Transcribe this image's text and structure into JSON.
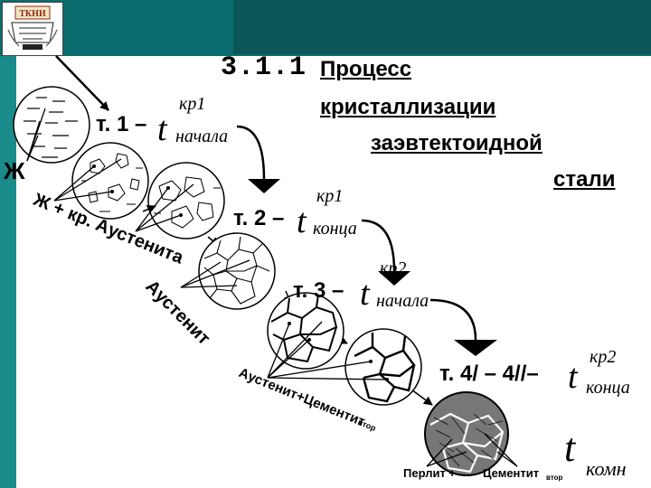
{
  "title": {
    "number": "3.1.1",
    "line1": "Процесс",
    "line2": "кристаллизации",
    "line3": "заэвтектоидной",
    "line4": "стали"
  },
  "logo": {
    "top_text": "ТКНИ"
  },
  "stages": [
    {
      "label": "т. 1 –",
      "t_main": "t",
      "t_sup": "кр1",
      "t_sub": "начала"
    },
    {
      "label": "т. 2 –",
      "t_main": "t",
      "t_sup": "кр1",
      "t_sub": "конца"
    },
    {
      "label": "т. 3 –",
      "t_main": "t",
      "t_sup": "кр2",
      "t_sub": "начала"
    },
    {
      "label": "т. 4/ – 4//–",
      "t_main": "t",
      "t_sup": "кр2",
      "t_sub": "конца"
    },
    {
      "label": "",
      "t_main": "t",
      "t_sup": "",
      "t_sub": "комн"
    }
  ],
  "phase_labels": {
    "liquid": "Ж",
    "liquid_plus_austenite": "Ж + кр. Аустенита",
    "austenite": "Аустенит",
    "austenite_cementite": "Аустенит+Цементит",
    "cementite_sub": "втор",
    "pearlite": "Перлит +",
    "cementite_sec": "Цементит",
    "cementite_sec_sub": "втор"
  }
}
